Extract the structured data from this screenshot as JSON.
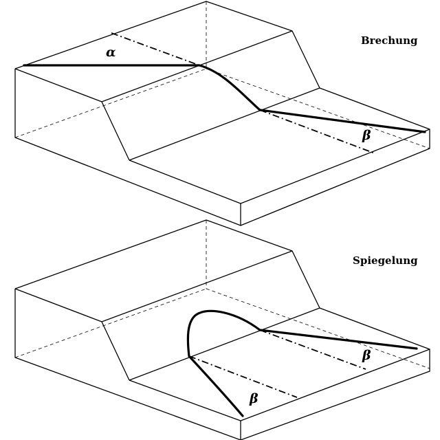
{
  "panels": {
    "top": {
      "title": "Brechung",
      "angle_incident": "α",
      "angle_out": "β"
    },
    "bottom": {
      "title": "Spiegelung",
      "angle_reflected": "β",
      "angle_out": "β"
    }
  }
}
